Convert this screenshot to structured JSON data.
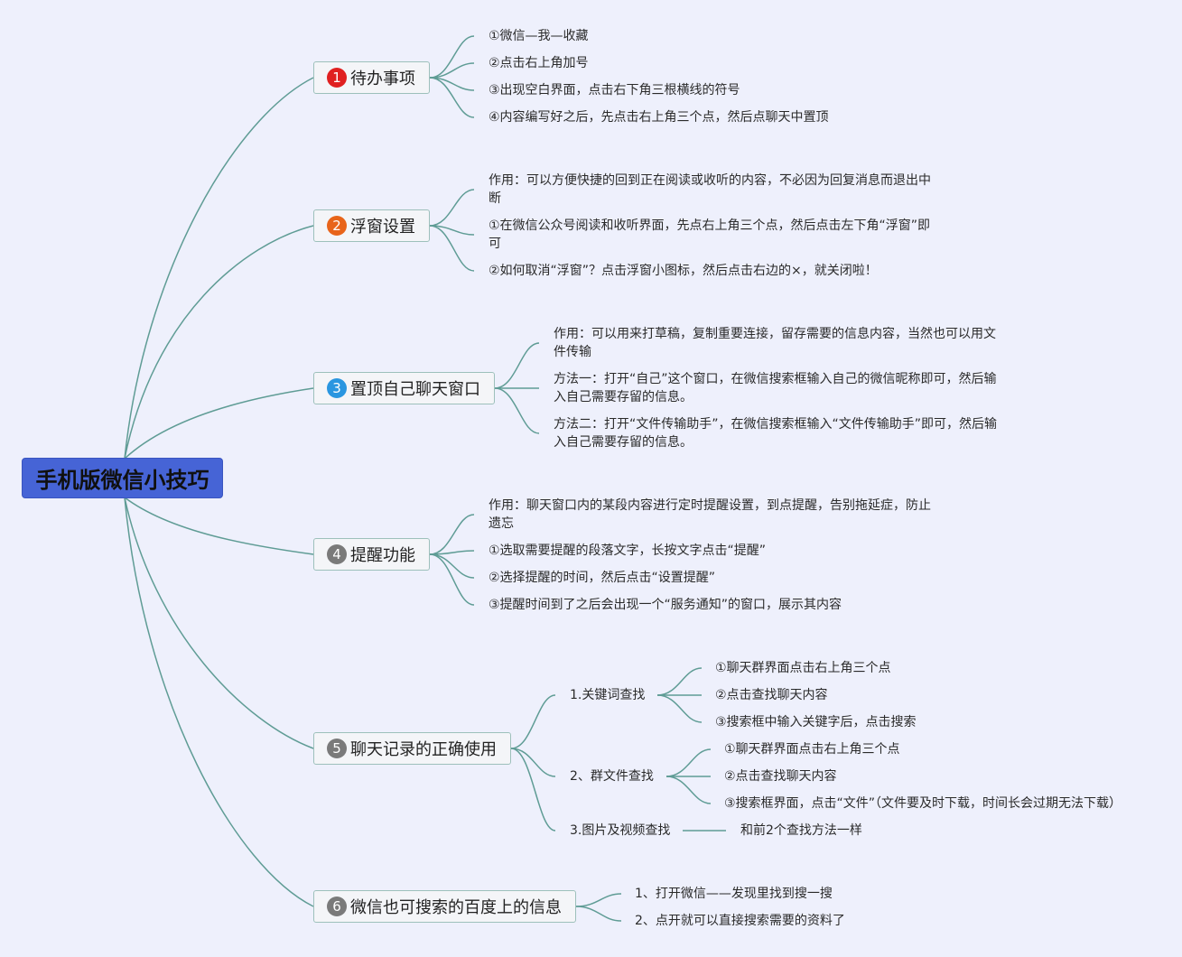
{
  "root": {
    "title": "手机版微信小技巧"
  },
  "colors": {
    "background": "#eef0fc",
    "root_fill": "#4664d6",
    "connector": "#5f9c95",
    "badge_red": "#e02020",
    "badge_orange": "#e8641a",
    "badge_blue": "#2a96e0",
    "badge_gray": "#7a7a7a"
  },
  "branches": [
    {
      "num": "1",
      "label": "待办事项",
      "items": [
        "①微信—我—收藏",
        "②点击右上角加号",
        "③出现空白界面，点击右下角三根横线的符号",
        "④内容编写好之后，先点击右上角三个点，然后点聊天中置顶"
      ]
    },
    {
      "num": "2",
      "label": "浮窗设置",
      "items": [
        "作用：可以方便快捷的回到正在阅读或收听的内容，不必因为回复消息而退出中断",
        "①在微信公众号阅读和收听界面，先点右上角三个点，然后点击左下角“浮窗”即可",
        "②如何取消“浮窗”？点击浮窗小图标，然后点击右边的×，就关闭啦！"
      ]
    },
    {
      "num": "3",
      "label": "置顶自己聊天窗口",
      "items": [
        "作用：可以用来打草稿，复制重要连接，留存需要的信息内容，当然也可以用文件传输",
        "方法一：打开“自己”这个窗口，在微信搜索框输入自己的微信昵称即可，然后输入自己需要存留的信息。",
        "方法二：打开“文件传输助手”，在微信搜索框输入“文件传输助手”即可，然后输入自己需要存留的信息。"
      ]
    },
    {
      "num": "4",
      "label": "提醒功能",
      "items": [
        "作用：聊天窗口内的某段内容进行定时提醒设置，到点提醒，告别拖延症，防止遗忘",
        "①选取需要提醒的段落文字，长按文字点击“提醒”",
        "②选择提醒的时间，然后点击“设置提醒”",
        "③提醒时间到了之后会出现一个“服务通知”的窗口，展示其内容"
      ]
    },
    {
      "num": "5",
      "label": "聊天记录的正确使用",
      "subs": [
        {
          "label": "1.关键词查找",
          "items": [
            "①聊天群界面点击右上角三个点",
            "②点击查找聊天内容",
            "③搜索框中输入关键字后，点击搜索"
          ]
        },
        {
          "label": "2、群文件查找",
          "items": [
            "①聊天群界面点击右上角三个点",
            "②点击查找聊天内容",
            "③搜索框界面，点击“文件”（文件要及时下载，时间长会过期无法下载）"
          ]
        },
        {
          "label": "3.图片及视频查找",
          "items": [
            "和前2个查找方法一样"
          ]
        }
      ]
    },
    {
      "num": "6",
      "label": "微信也可搜索的百度上的信息",
      "items": [
        "1、打开微信——发现里找到搜一搜",
        "2、点开就可以直接搜索需要的资料了"
      ]
    }
  ]
}
